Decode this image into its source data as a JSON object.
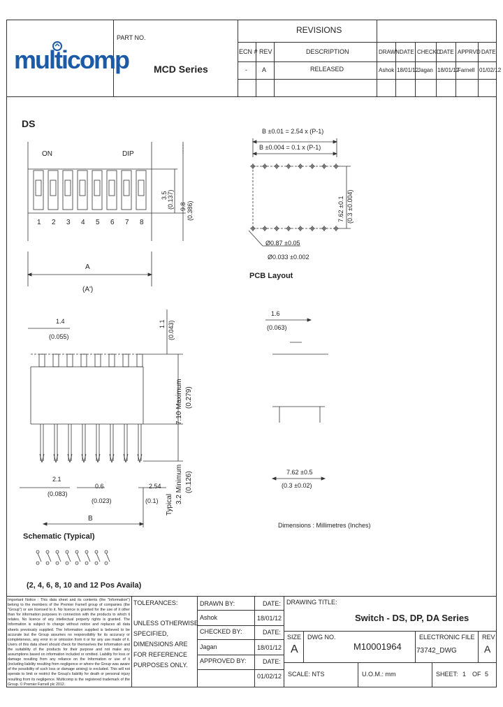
{
  "header": {
    "logo": "multicomp",
    "part_no_label": "PART NO.",
    "part_no_value": "MCD Series",
    "revisions_title": "REVISIONS",
    "columns": [
      "ECN #",
      "REV",
      "DESCRIPTION",
      "DRAWN",
      "DATE",
      "CHECKD",
      "DATE",
      "APPRVD",
      "DATE"
    ],
    "row": [
      "-",
      "A",
      "RELEASED",
      "Ashok",
      "18/01/12",
      "Jagan",
      "18/01/12",
      "Farnell",
      "01/02/12"
    ]
  },
  "drawing": {
    "ds_label": "DS",
    "on_label": "ON",
    "dip_label": "DIP",
    "switch_numbers": [
      "1",
      "2",
      "3",
      "4",
      "5",
      "6",
      "7",
      "8"
    ],
    "dim_34": "3.5",
    "dim_34_in": "(0.137)",
    "dim_98": "9.8",
    "dim_98_in": "(0.386)",
    "dim_a": "A",
    "dim_a_in": "(A')",
    "dim_b1": "B ±0.01 = 2.54 x (P-1)",
    "dim_b2": "B ±0.004 = 0.1 x (P-1)",
    "dim_762": "7.62 ±0.1",
    "dim_762_in": "(0.3 ±0.004)",
    "dim_hole1": "Ø0.87 ±0.05",
    "dim_hole2": "Ø0.033 ±0.002",
    "pcb_layout": "PCB Layout",
    "dim_14": "1.4",
    "dim_14_in": "(0.055)",
    "dim_11": "1.1",
    "dim_11_in": "(0.043)",
    "dim_710": "7.10 Maximum",
    "dim_710_in": "(0.279)",
    "dim_32": "3.2 Minimum",
    "dim_32_in": "(0.126)",
    "dim_21": "2.1",
    "dim_21_in": "(0.083)",
    "dim_06": "0.6",
    "dim_06_in": "(0.023)",
    "dim_254": "2.54",
    "dim_254_in": "(0.1)",
    "typical": "Typical",
    "dim_b": "B",
    "dim_16": "1.6",
    "dim_16_in": "(0.063)",
    "dim_762b": "7.62 ±0.5",
    "dim_762b_in": "(0.3 ±0.02)",
    "dimensions_note": "Dimensions : Millimetres (Inches)",
    "schematic_label": "Schematic (Typical)",
    "avail_label": "(2, 4, 6, 8, 10 and 12 Pos Availa)"
  },
  "titleblock": {
    "notice": "Important Notice : This data sheet and its contents (the \"Information\") belong to the members of the Premier Farnell group of companies (the \"Group\") or are licensed to it. No licence is granted for the use of it other than for information purposes in connection with the products to which it relates. No licence of any intellectual property rights is granted. The Information is subject to change without notice and replaces all data sheets previously supplied. The Information supplied is believed to be accurate but the Group assumes no responsibility for its accuracy or completeness, any error in or omission from it or for any use made of it. Users of this data sheet should check for themselves the Information and the suitability of the products for their purpose and not make any assumptions based on information included or omitted. Liability for loss or damage resulting from any reliance on the Information or use of it (including liability resulting from negligence or where the Group was aware of the possibility of such loss or damage arising) is excluded. This will not operate to limit or restrict the Group's liability for death or personal injury resulting from its negligence. Multicomp is the registered trademark of the Group. © Premier Farnell plc 2012.",
    "tolerances": "TOLERANCES:",
    "unless": [
      "UNLESS OTHERWISE",
      "SPECIFIED,",
      "DIMENSIONS ARE",
      "FOR REFERENCE",
      "PURPOSES ONLY."
    ],
    "drawn_by": "DRAWN BY:",
    "drawn_name": "Ashok",
    "checked_by": "CHECKED BY:",
    "checked_name": "Jagan",
    "approved_by": "APPROVED BY:",
    "date_label": "DATE:",
    "drawn_date": "18/01/12",
    "checked_date": "18/01/12",
    "approved_date": "01/02/12",
    "drawing_title_label": "DRAWING TITLE:",
    "drawing_title": "Switch - DS, DP, DA Series",
    "size_label": "SIZE",
    "size_value": "A",
    "dwg_label": "DWG NO.",
    "dwg_value": "M10001964",
    "efile_label": "ELECTRONIC FILE",
    "efile_value": "73742_DWG",
    "rev_label": "REV",
    "rev_value": "A",
    "scale": "SCALE: NTS",
    "uom": "U.O.M.: mm",
    "sheet_label": "SHEET:",
    "sheet_num": "1",
    "sheet_of": "OF",
    "sheet_total": "5"
  }
}
